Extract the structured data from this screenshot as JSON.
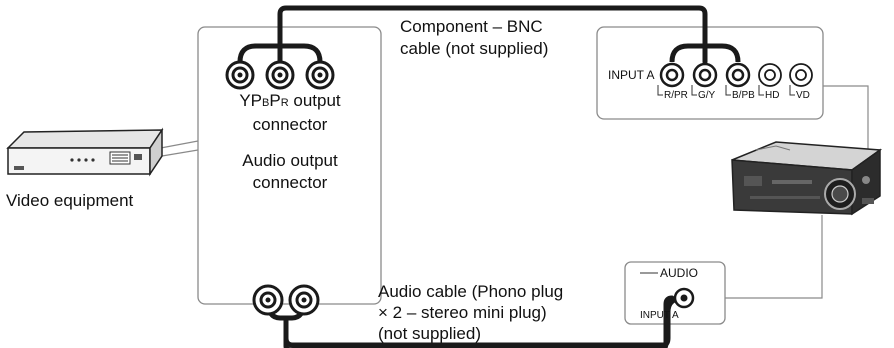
{
  "labels": {
    "component_cable": [
      "Component – BNC",
      "cable (not supplied)"
    ],
    "video_equipment": "Video equipment",
    "ypbpr_connector": {
      "main_a": "Y",
      "main_b": "P",
      "sub_b": "B",
      "main_c": "P",
      "sub_c": "R",
      "tail": " output",
      "line2": "connector"
    },
    "audio_output_connector": [
      "Audio output",
      "connector"
    ],
    "audio_cable": [
      "Audio cable (Phono plug",
      "× 2 – stereo mini plug)",
      "(not supplied)"
    ],
    "projector_input_a": "INPUT A",
    "projector_ports": [
      "R/PR",
      "G/Y",
      "B/PB",
      "HD",
      "VD"
    ],
    "audio_label": "AUDIO",
    "audio_input_a": "INPUT A"
  },
  "colors": {
    "cable": "#1a1a1a",
    "panel_border": "#8a8a8a",
    "device_dark": "#3a3a3a",
    "device_light": "#d8d8d8"
  }
}
